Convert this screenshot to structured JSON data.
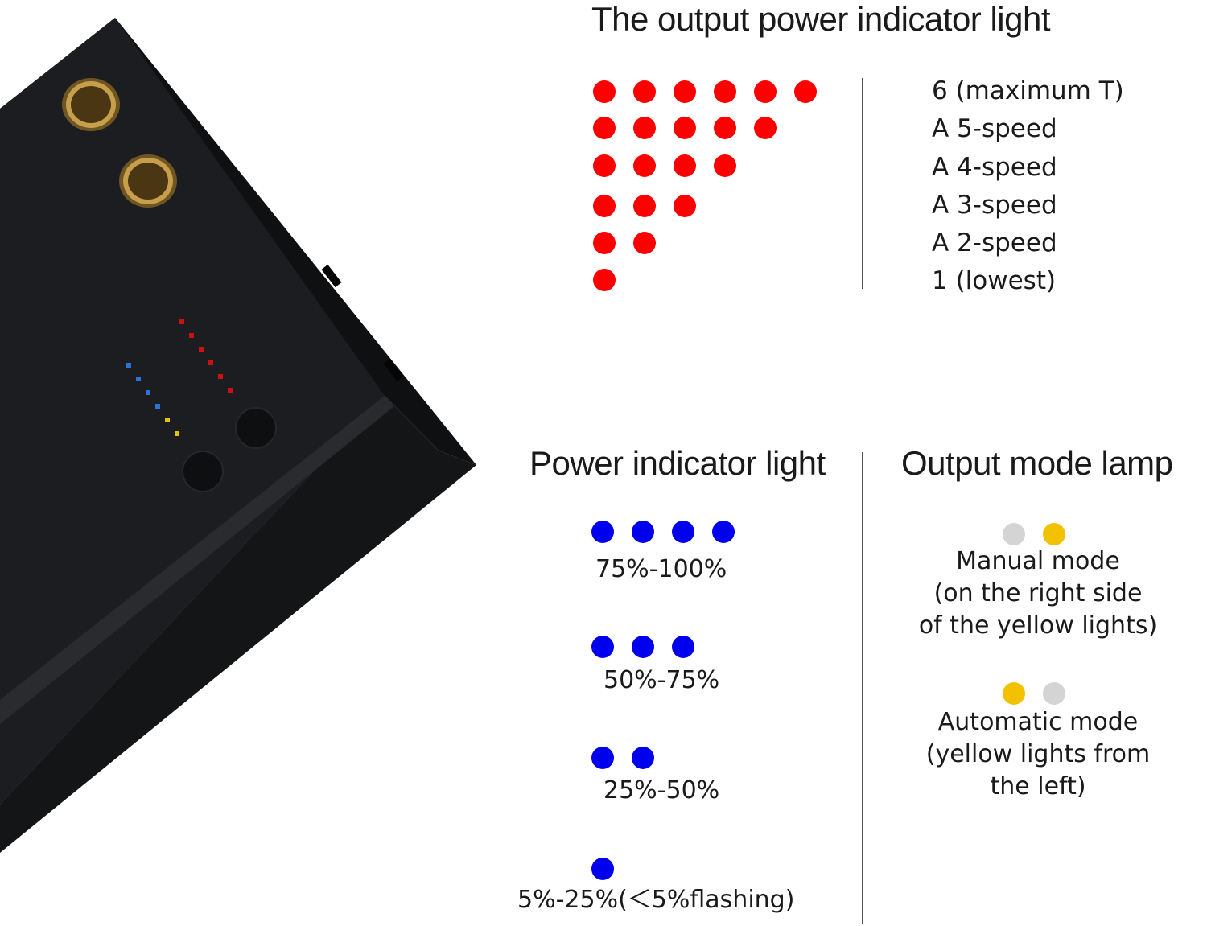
{
  "output_power": {
    "title": "The output power indicator light",
    "levels": [
      "6 (maximum T)",
      "A 5-speed",
      "A 4-speed",
      "A 3-speed",
      "A 2-speed",
      "1 (lowest)"
    ],
    "dot_counts": [
      6,
      5,
      4,
      3,
      2,
      1
    ],
    "dot_color": "#ff0000"
  },
  "power_indicator": {
    "title": "Power indicator light",
    "levels": [
      {
        "dots": 4,
        "label": "75%-100%"
      },
      {
        "dots": 3,
        "label": "50%-75%"
      },
      {
        "dots": 2,
        "label": "25%-50%"
      },
      {
        "dots": 1,
        "label": "5%-25%(＜5%flashing)"
      }
    ],
    "dot_color": "#0000ee"
  },
  "output_mode": {
    "title": "Output mode lamp",
    "modes": [
      {
        "lights": [
          "off",
          "on"
        ],
        "lines": [
          "Manual mode",
          "(on the right side",
          "of the yellow lights)"
        ]
      },
      {
        "lights": [
          "on",
          "off"
        ],
        "lines": [
          "Automatic mode",
          "(yellow lights from",
          "the left)"
        ]
      }
    ],
    "on_color": "#f2c200",
    "off_color": "#d4d4d4"
  },
  "device": {
    "body_color": "#1c1d20",
    "port_color": "#b8923e",
    "led_colors": [
      "#2b73d6",
      "#e6c400",
      "#cc1111"
    ]
  }
}
